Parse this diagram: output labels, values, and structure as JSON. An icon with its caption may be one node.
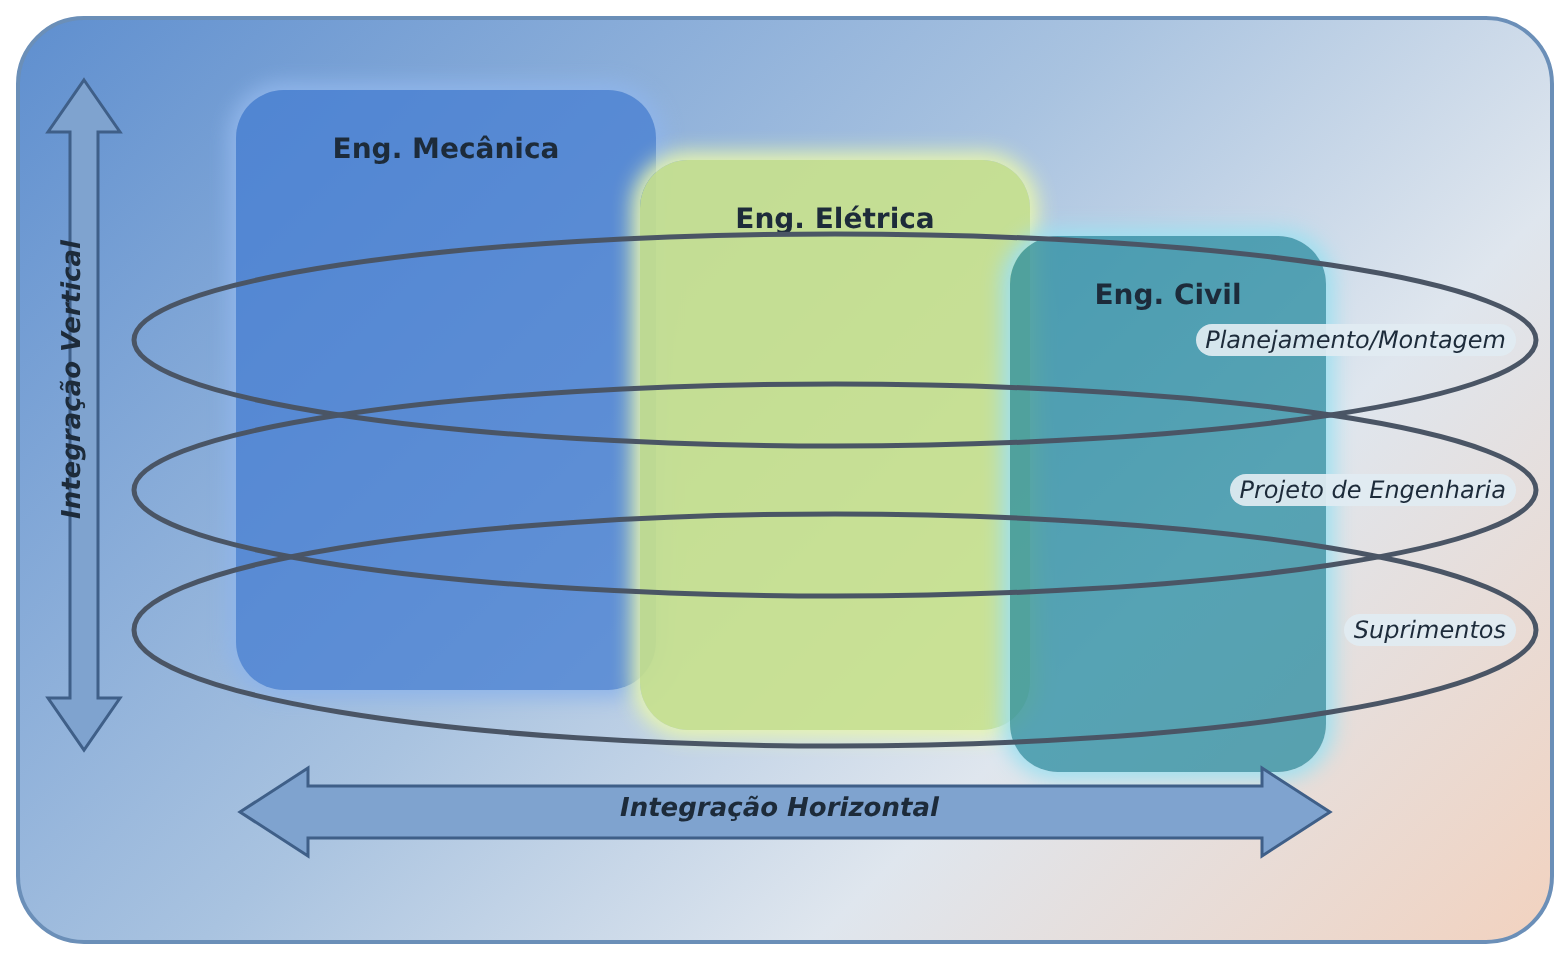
{
  "diagram": {
    "nodes": [
      {
        "text": [
          "Eng. Mecânica"
        ]
      },
      {
        "text": [
          "Eng. Elétrica"
        ]
      },
      {
        "text": [
          "Eng. Civil"
        ]
      },
      {
        "text": [
          "Planejamento/Montagem"
        ]
      },
      {
        "text": [
          "Projeto de Engenharia"
        ]
      },
      {
        "text": [
          "Suprimentos"
        ]
      }
    ],
    "labels": [
      "Integração Vertical",
      "Integração Horizontal"
    ]
  }
}
